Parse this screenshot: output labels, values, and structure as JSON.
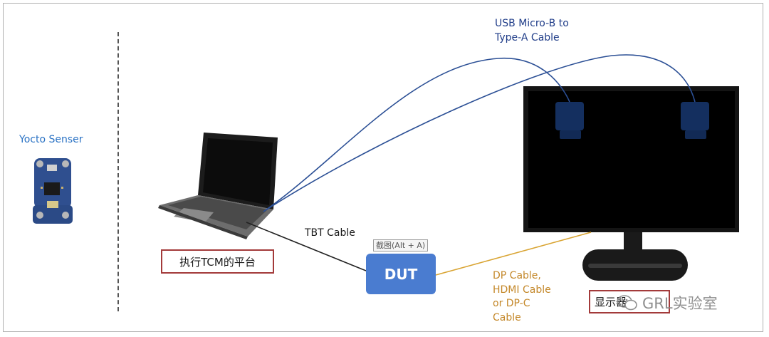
{
  "labels": {
    "sensor": "Yocto Senser",
    "usb_cable_line1": "USB Micro-B to",
    "usb_cable_line2": "Type-A Cable",
    "tbt_cable": "TBT Cable",
    "dp_cable_line1": "DP Cable,",
    "dp_cable_line2": "HDMI Cable",
    "dp_cable_line3": "or DP-C",
    "dp_cable_line4": "Cable",
    "platform": "执行TCM的平台",
    "monitor": "显示器",
    "dut": "DUT",
    "screenshot_tag": "截图(Alt + A)",
    "watermark": "GRL实验室"
  },
  "colors": {
    "usb_cable": "#2b4f95",
    "tbt_cable": "#222222",
    "dp_cable": "#d9a432",
    "dut_fill": "#4a7cd0",
    "label_box_border": "#a33a3a"
  }
}
